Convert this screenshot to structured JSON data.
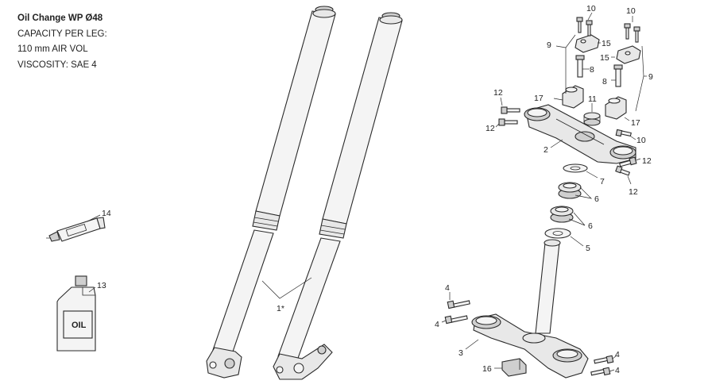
{
  "info": {
    "title": "Oil Change WP Ø48",
    "capacity": "CAPACITY PER LEG:",
    "air_vol": "110 mm AIR VOL",
    "viscosity": "VISCOSITY: SAE 4"
  },
  "labels": {
    "fork_legs": "1*",
    "top_clamp": "2",
    "bottom_clamp": "3",
    "bolt_bottom_left_1": "4",
    "bolt_bottom_left_2": "4",
    "bolt_bottom_right_1": "4",
    "bolt_bottom_right_2": "4",
    "washer_5": "5",
    "bearing_upper": "6",
    "bearing_lower": "6",
    "washer_7": "7",
    "screw_8_left": "8",
    "screw_8_right": "8",
    "bracket_9_left": "9",
    "bracket_9_right": "9",
    "bolt_10_left": "10",
    "bolt_10_right": "10",
    "bolt_10_lower": "10",
    "cap_11": "11",
    "bolt_12_a": "12",
    "bolt_12_b": "12",
    "bolt_12_c": "12",
    "bolt_12_d": "12",
    "oil_bottle": "13",
    "grease_tube": "14",
    "clamp_15_left": "15",
    "clamp_15_right": "15",
    "damper_16": "16",
    "riser_17_left": "17",
    "riser_17_right": "17",
    "oil_text": "OIL"
  }
}
